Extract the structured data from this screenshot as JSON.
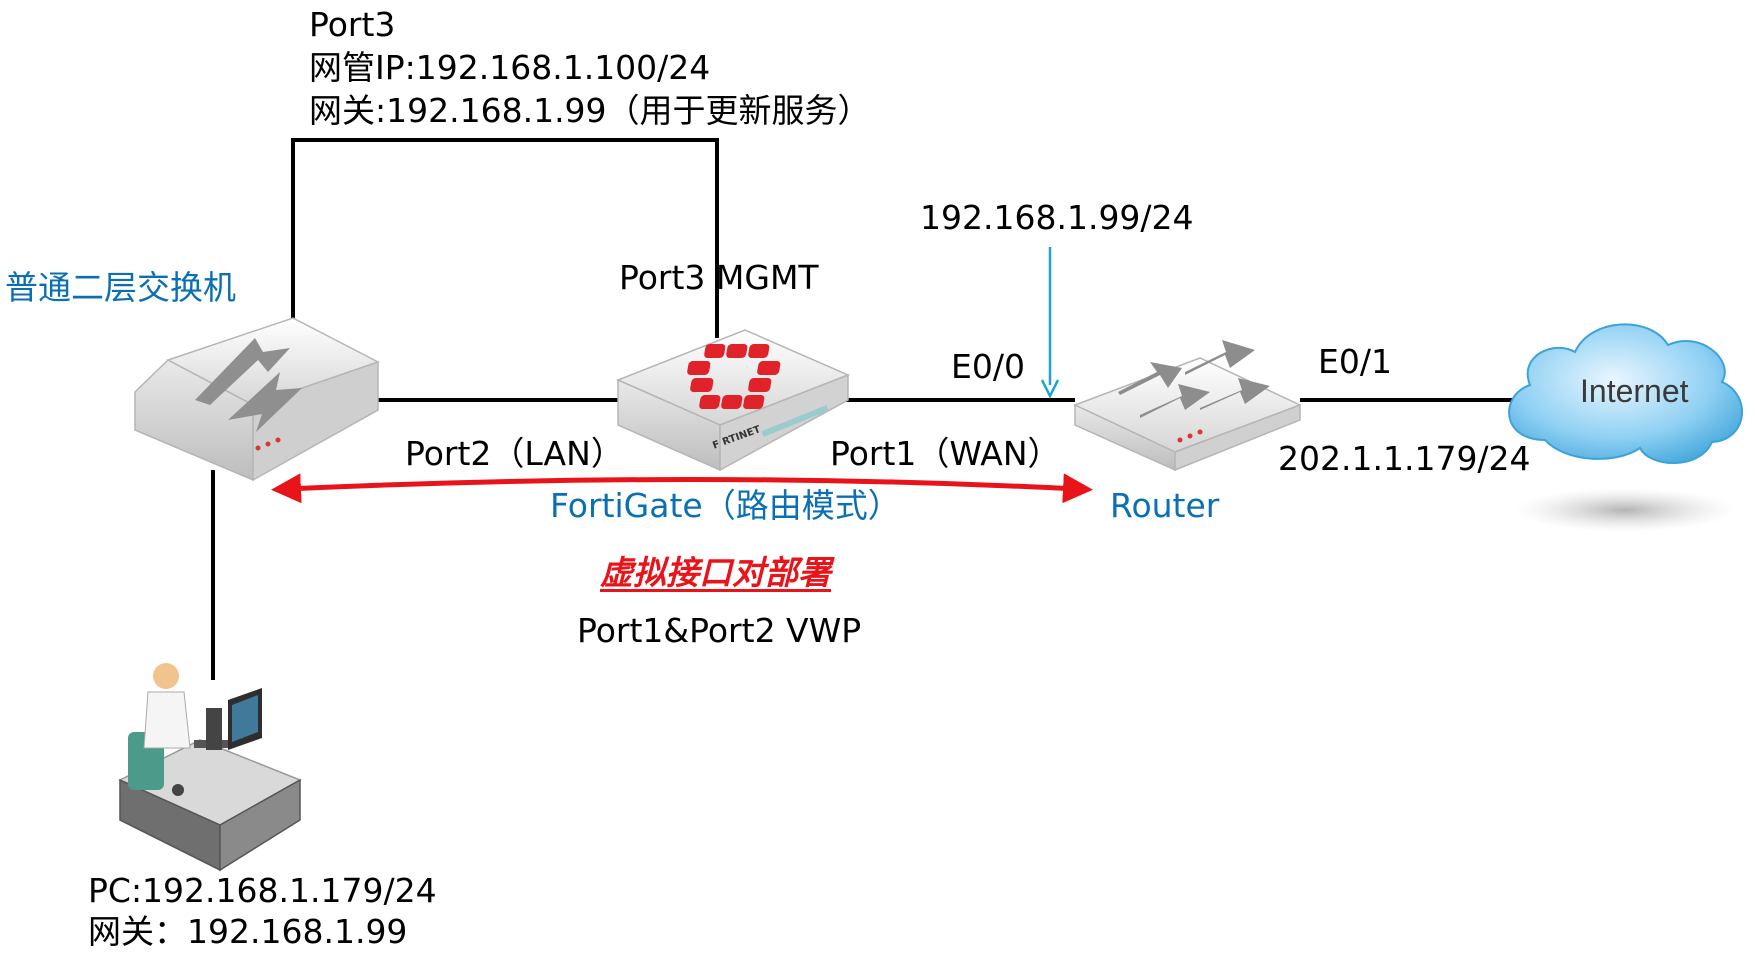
{
  "labels": {
    "port3_title": "Port3",
    "port3_mgmt_ip": "网管IP:192.168.1.100/24",
    "port3_gateway": "网关:192.168.1.99（用于更新服务）",
    "switch_name": "普通二层交换机",
    "fortigate_port3": "Port3 MGMT",
    "router_ip": "192.168.1.99/24",
    "router_e0_0": "E0/0",
    "router_e0_1": "E0/1",
    "port2_lan": "Port2（LAN）",
    "port1_wan": "Port1（WAN）",
    "fortigate_name": "FortiGate（路由模式）",
    "router_name": "Router",
    "wan_ip": "202.1.1.179/24",
    "vwp_title": "虚拟接口对部署",
    "vwp_subtitle": "Port1&Port2 VWP",
    "pc_ip": "PC:192.168.1.179/24",
    "pc_gateway": "网关：192.168.1.99",
    "internet": "Internet"
  },
  "device_labels": {
    "fortinet_brand": "F RTINET"
  },
  "colors": {
    "link": "#000000",
    "vwp_arrow": "#e8141a",
    "blue_text": "#0b6fb3",
    "pointer": "#1aa3d9",
    "fortinet_red": "#e0232b"
  }
}
